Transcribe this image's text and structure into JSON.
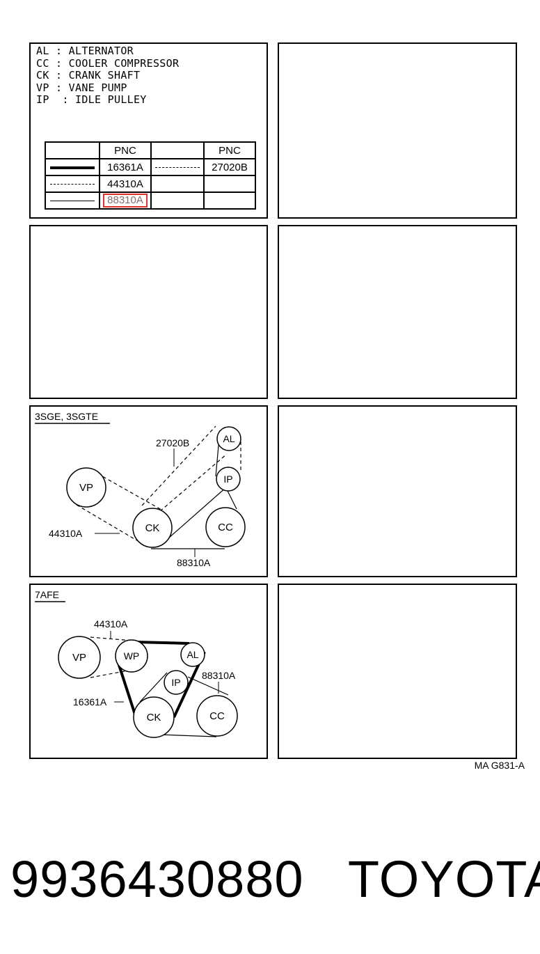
{
  "legend": {
    "items": [
      {
        "abbr": "AL",
        "sep": " : ",
        "name": "ALTERNATOR"
      },
      {
        "abbr": "CC",
        "sep": " : ",
        "name": "COOLER COMPRESSOR"
      },
      {
        "abbr": "CK",
        "sep": " : ",
        "name": "CRANK SHAFT"
      },
      {
        "abbr": "VP",
        "sep": " : ",
        "name": "VANE PUMP"
      },
      {
        "abbr": "IP",
        "sep": "  : ",
        "name": "IDLE PULLEY"
      }
    ]
  },
  "pnc_table": {
    "header": "PNC",
    "header2": "PNC",
    "rows": [
      {
        "line": "thick",
        "pnc": "16361A",
        "line2": "dash",
        "pnc2": "27020B"
      },
      {
        "line": "dash",
        "pnc": "44310A",
        "line2": "",
        "pnc2": ""
      },
      {
        "line": "thin",
        "pnc": "88310A",
        "line2": "",
        "pnc2": "",
        "highlighted": true
      }
    ]
  },
  "diagram1": {
    "title": "3SGE, 3SGTE",
    "pulleys": {
      "vp": "VP",
      "ck": "CK",
      "al": "AL",
      "ip": "IP",
      "cc": "CC"
    },
    "callouts": {
      "belt_27020b": "27020B",
      "belt_44310a": "44310A",
      "belt_88310a": "88310A"
    }
  },
  "diagram2": {
    "title": "7AFE",
    "pulleys": {
      "vp": "VP",
      "wp": "WP",
      "al": "AL",
      "ip": "IP",
      "ck": "CK",
      "cc": "CC"
    },
    "callouts": {
      "belt_44310a": "44310A",
      "belt_88310a": "88310A",
      "belt_16361a": "16361A"
    }
  },
  "figure_code": "MA G831-A",
  "footer": {
    "part_number": "9936430880",
    "brand": "TOYOTA"
  },
  "colors": {
    "highlight_border": "#e0322f",
    "highlight_text": "#8a6b6b"
  }
}
